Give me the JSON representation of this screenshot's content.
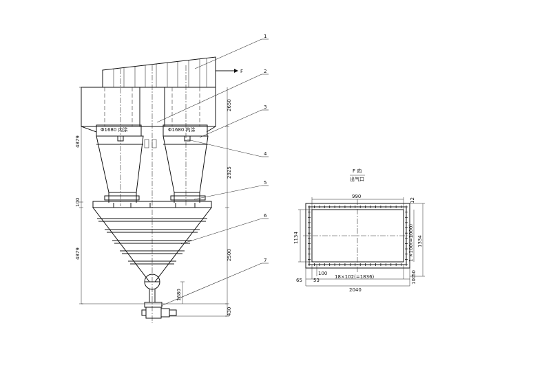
{
  "callouts": [
    "1",
    "2",
    "3",
    "4",
    "5",
    "6",
    "7"
  ],
  "section_marker": "F",
  "inlet_labels": [
    "Φ1680 内涂",
    "Φ1680 内涂"
  ],
  "elevation_dims": {
    "upper_height": "2650",
    "left_total": "4879",
    "cyclone_height": "2925",
    "flange": "100",
    "cone_height": "4879",
    "cone_lower": "2500",
    "outlet_height": "1680",
    "bottom": "430"
  },
  "view_title": "F 向",
  "view_subtitle": "出气口",
  "view_dims": {
    "top_width": "990",
    "top_right": "12",
    "left_height": "1134",
    "right_inner": "1 ×100(=1000)",
    "right_outer": "1334",
    "bottom_small": "100",
    "bottom_left_a": "65",
    "bottom_left_b": "53",
    "bottom_pitch": "18×102(=1836)",
    "bottom_right": "50",
    "bottom_right_b": "100",
    "overall_width": "2040"
  }
}
